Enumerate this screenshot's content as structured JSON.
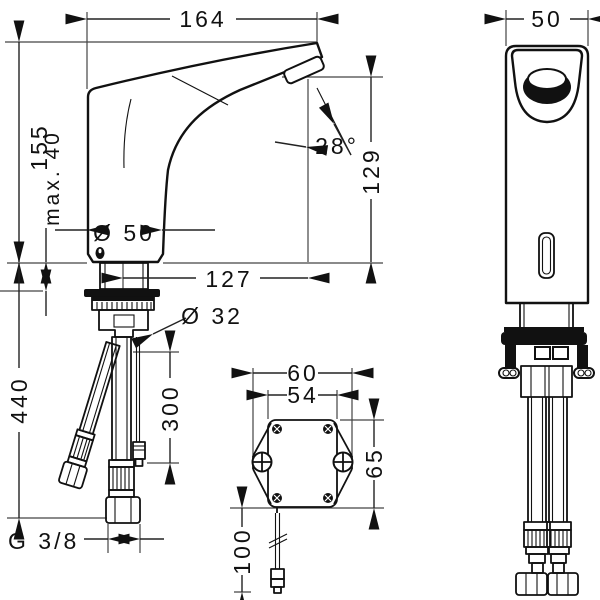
{
  "page": {
    "background": "#ffffff",
    "line_color": "#111111"
  },
  "views": {
    "front": {
      "dims": {
        "spout_length": "164",
        "height_above_deck": "155",
        "max_deck_thickness": "max. 40",
        "body_diameter": "Ø 50",
        "spout_reach": "127",
        "shank_diameter": "Ø 32",
        "spout_angle": "28°",
        "outlet_height": "129",
        "hose_length": "440",
        "cable_length": "300",
        "thread_size": "G 3/8"
      }
    },
    "bottom": {
      "dims": {
        "box_width_outer": "60",
        "box_width_inner": "54",
        "box_height": "65",
        "cable_drop": "100"
      }
    },
    "side": {
      "dims": {
        "body_width": "50"
      }
    }
  }
}
